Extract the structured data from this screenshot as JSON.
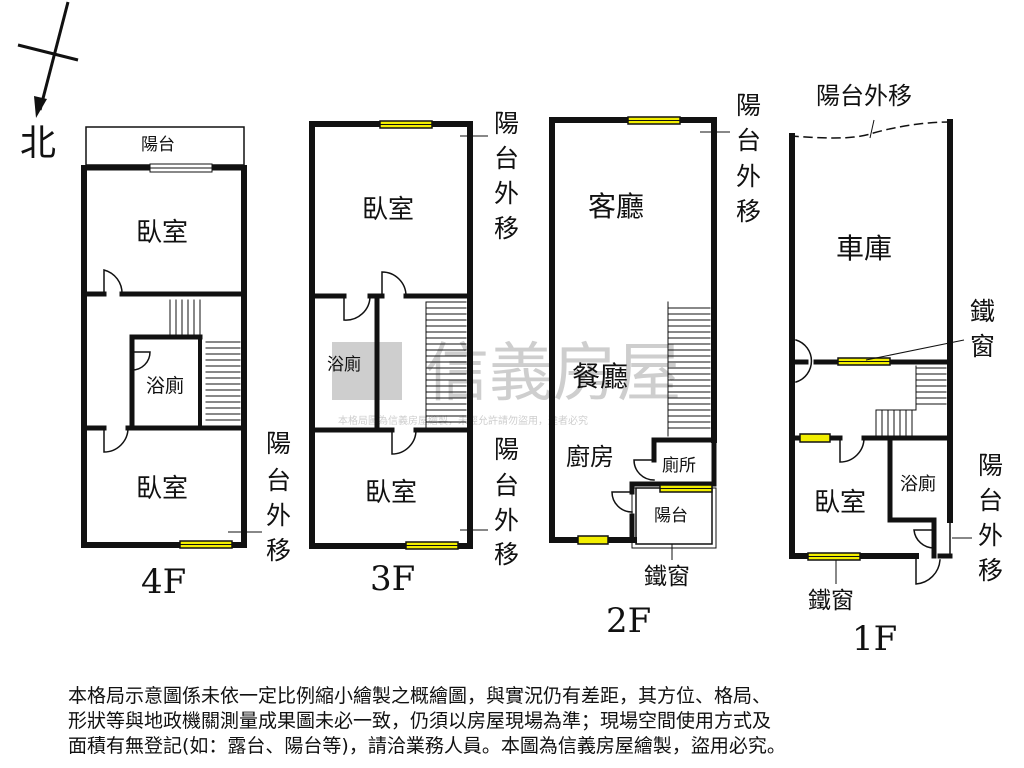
{
  "compass": {
    "label": "北"
  },
  "floors": {
    "f4": {
      "name": "4F",
      "balcony": "陽台",
      "rooms": {
        "top": "臥室",
        "bath": "浴廁",
        "bottom": "臥室"
      },
      "note": [
        "陽",
        "台",
        "外",
        "移"
      ]
    },
    "f3": {
      "name": "3F",
      "rooms": {
        "top": "臥室",
        "bath": "浴廁",
        "bottom": "臥室"
      },
      "note": [
        "陽",
        "台",
        "外",
        "移"
      ],
      "note2": [
        "陽",
        "台",
        "外",
        "移"
      ]
    },
    "f2": {
      "name": "2F",
      "rooms": {
        "living": "客廳",
        "dining": "餐廳",
        "kitchen": "廚房",
        "toilet": "廁所",
        "balcony": "陽台"
      },
      "note": [
        "陽",
        "台",
        "外",
        "移"
      ],
      "window": "鐵窗"
    },
    "f1": {
      "name": "1F",
      "balcony_move": "陽台外移",
      "rooms": {
        "garage": "車庫",
        "bedroom": "臥室",
        "bath": "浴廁"
      },
      "window_right": [
        "鐵",
        "窗"
      ],
      "window_bottom": "鐵窗",
      "note": [
        "陽",
        "台",
        "外",
        "移"
      ]
    }
  },
  "watermark": {
    "brand": "信義房屋",
    "text": "本格局圖為信義房屋繪製，未經允許請勿盜用，違者必究"
  },
  "disclaimer": {
    "lines": [
      "本格局示意圖係未依一定比例縮小繪製之概繪圖，與實況仍有差距，其方位、格局、",
      "形狀等與地政機關測量成果圖未必一致，仍須以房屋現場為準；現場空間使用方式及",
      "面積有無登記(如：露台、陽台等)，請洽業務人員。本圖為信義房屋繪製，盜用必究。"
    ]
  },
  "colors": {
    "wall": "#111111",
    "window": "#f2ee00",
    "watermark": "#c9c9c9"
  }
}
